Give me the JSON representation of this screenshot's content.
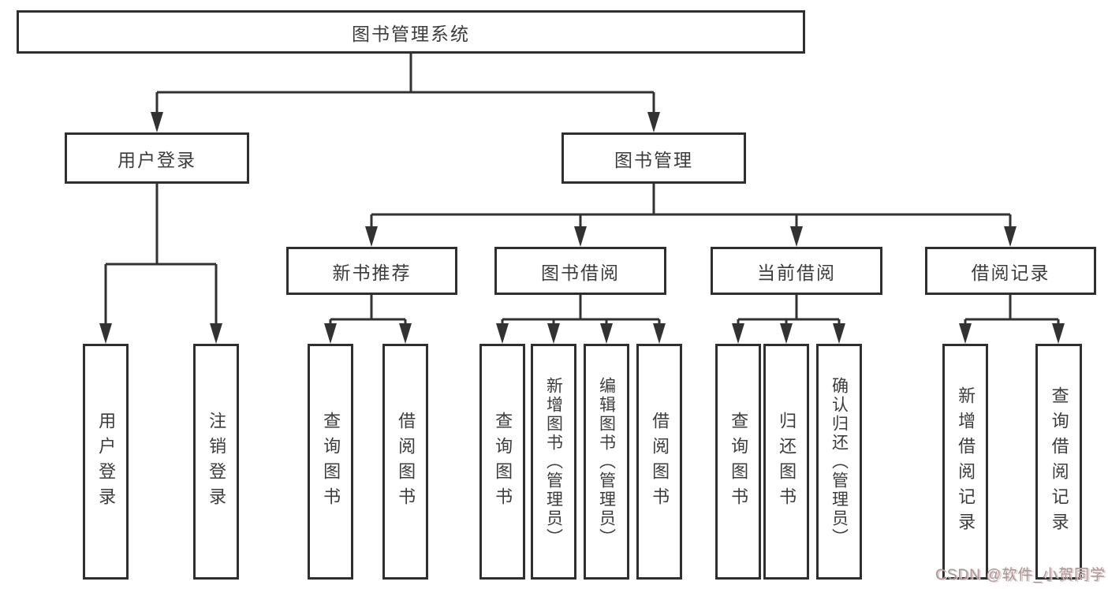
{
  "nodes": {
    "root": "图书管理系统",
    "branches": [
      {
        "label": "用户登录",
        "children": [
          "用户登录",
          "注销登录"
        ]
      },
      {
        "label": "图书管理",
        "groups": [
          {
            "label": "新书推荐",
            "children": [
              "查询图书",
              "借阅图书"
            ]
          },
          {
            "label": "图书借阅",
            "children": [
              "查询图书",
              "新增图书（管理员）",
              "编辑图书（管理员）",
              "借阅图书"
            ]
          },
          {
            "label": "当前借阅",
            "children": [
              "查询图书",
              "归还图书",
              "确认归还（管理员）"
            ]
          },
          {
            "label": "借阅记录",
            "children": [
              "新增借阅记录",
              "查询借阅记录"
            ]
          }
        ]
      }
    ]
  },
  "watermark": "CSDN @软件_小贺同学",
  "colors": {
    "line": "#323232",
    "box_border": "#2f2f2f",
    "text": "#3c3c3c",
    "background": "#ffffff",
    "watermark_text": "#9b9b9b",
    "watermark_shadow": "#efc3c3"
  }
}
